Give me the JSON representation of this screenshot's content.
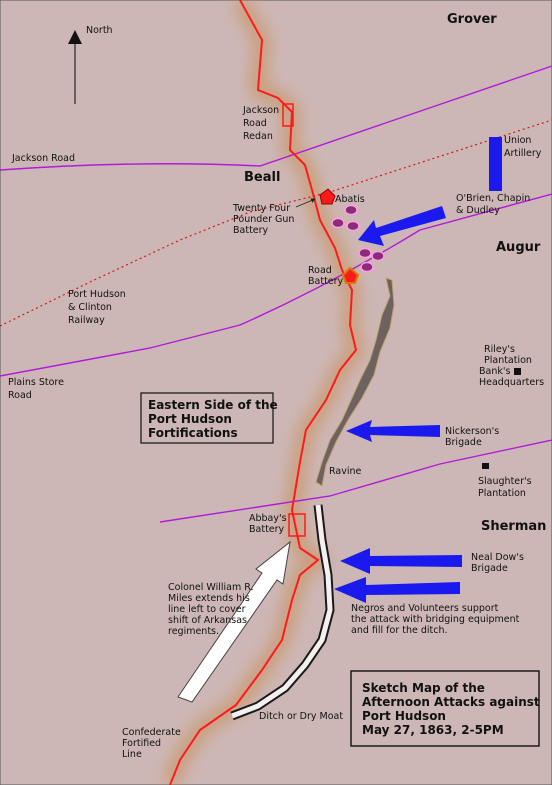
{
  "colors": {
    "background": "#cdb7b6",
    "fortified_line": "#ff1a1a",
    "road": "#b01bd8",
    "railway": "#d01818",
    "union_units": "#1a1aee",
    "ravine": "#6e6260",
    "abatis": "#8a2c7a",
    "moat": "#1a1a1a"
  },
  "compass": {
    "label": "North"
  },
  "commanders": {
    "grover": "Grover",
    "beall": "Beall",
    "augur": "Augur",
    "sherman": "Sherman"
  },
  "roads": {
    "jackson_road": "Jackson Road",
    "plains_store_line1": "Plains Store",
    "plains_store_line2": "Road"
  },
  "railway": {
    "line1": "Port Hudson",
    "line2": "& Clinton",
    "line3": "Railway"
  },
  "places": {
    "jackson_redan": [
      "Jackson",
      "Road",
      "Redan"
    ],
    "gun_battery": [
      "Twenty Four",
      "Pounder Gun",
      "Battery"
    ],
    "abatis": "Abatis",
    "road_battery": [
      "Road",
      "Battery"
    ],
    "rileys": [
      "Riley's",
      "Plantation"
    ],
    "banks_hq": [
      "Bank's",
      "Headquarters"
    ],
    "ravine": "Ravine",
    "slaughters": [
      "Slaughter's",
      "Plantation"
    ],
    "abbays_battery": [
      "Abbay's",
      "Battery"
    ],
    "moat": "Ditch or Dry Moat",
    "confederate_line": [
      "Confederate",
      "Fortified",
      "Line"
    ]
  },
  "units": {
    "union_artillery": [
      "Union",
      "Artillery"
    ],
    "obrien": [
      "O'Brien, Chapin",
      "& Dudley"
    ],
    "nickerson": [
      "Nickerson's",
      "Brigade"
    ],
    "neal_dow": [
      "Neal Dow's",
      "Brigade"
    ],
    "negros": [
      "Negros and Volunteers support",
      "the attack with bridging equipment",
      "and fill for the ditch."
    ]
  },
  "miles_note": [
    "Colonel William R.",
    "Miles extends his",
    "line left to cover",
    "shift of Arkansas",
    "regiments."
  ],
  "legend_box": {
    "lines": [
      "Eastern Side of the",
      "Port Hudson",
      "Fortifications"
    ]
  },
  "title_box": {
    "lines": [
      "Sketch Map of the",
      "Afternoon Attacks against",
      "Port Hudson",
      "May 27, 1863, 2-5PM"
    ]
  }
}
